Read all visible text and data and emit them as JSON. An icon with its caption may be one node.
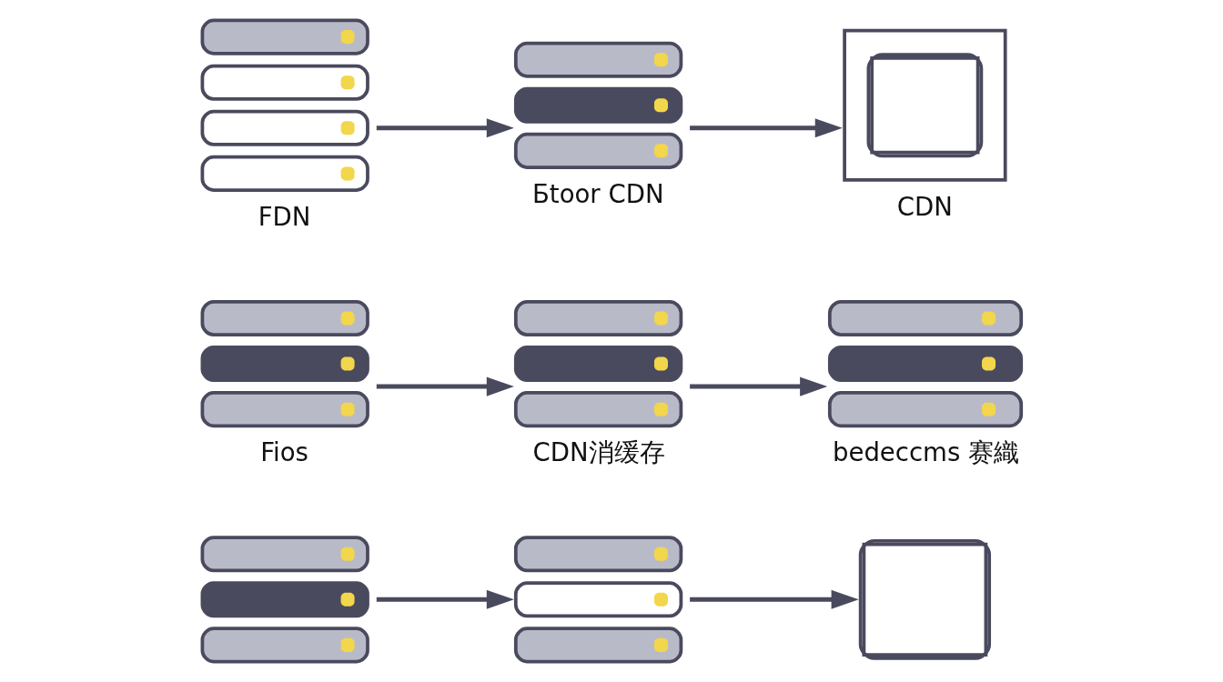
{
  "diagram": {
    "nodes": [
      {
        "text": [
          "FDN"
        ]
      },
      {
        "text": [
          "Бtoor CDN"
        ]
      },
      {
        "text": [
          "CDN"
        ]
      },
      {
        "text": [
          "Fios"
        ]
      },
      {
        "text": [
          "CDN消缓存"
        ]
      },
      {
        "text": [
          "bedeccms 赛織"
        ]
      },
      {
        "text": [],
        "shape": "picture"
      },
      {
        "text": [],
        "shape": "picture"
      },
      {
        "text": [],
        "shape": "picture"
      }
    ],
    "edges": [
      {
        "from": 0,
        "to": 1,
        "arrow": "to"
      },
      {
        "from": 1,
        "to": 2,
        "arrow": "to"
      },
      {
        "from": 3,
        "to": 4,
        "arrow": "to"
      },
      {
        "from": 4,
        "to": 5,
        "arrow": "to"
      },
      {
        "from": 6,
        "to": 7,
        "arrow": "to"
      },
      {
        "from": 7,
        "to": 8,
        "arrow": "to"
      }
    ]
  }
}
